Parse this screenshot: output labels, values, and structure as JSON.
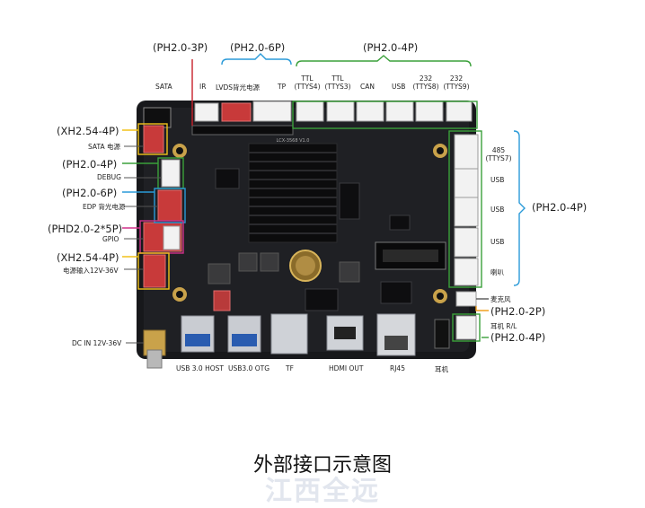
{
  "top_groups": {
    "ph2_3p": "(PH2.0-3P)",
    "ph2_6p": "(PH2.0-6P)",
    "ph2_4p": "(PH2.0-4P)"
  },
  "top_ports": {
    "sata": "SATA",
    "ir": "IR",
    "lvds": "LVDS背光电源",
    "tp": "TP",
    "ttl1_a": "TTL",
    "ttl1_b": "(TTYS4)",
    "ttl2_a": "TTL",
    "ttl2_b": "(TTYS3)",
    "can": "CAN",
    "usb": "USB",
    "r232_1_a": "232",
    "r232_1_b": "(TTYS8)",
    "r232_2_a": "232",
    "r232_2_b": "(TTYS9)"
  },
  "left_groups": [
    {
      "type": "(XH2.54-4P)",
      "name": "SATA 电源"
    },
    {
      "type": "(PH2.0-4P)",
      "name": "DEBUG"
    },
    {
      "type": "(PH2.0-6P)",
      "name": "EDP 背光电源"
    },
    {
      "type": "(PHD2.0-2*5P)",
      "name": "GPIO"
    },
    {
      "type": "(XH2.54-4P)",
      "name": "电源输入12V-36V"
    }
  ],
  "left_dc": "DC IN 12V-36V",
  "right_ports": {
    "r485_a": "485",
    "r485_b": "(TTYS7)",
    "usb1": "USB",
    "usb2": "USB",
    "usb3": "USB",
    "speaker": "喇叭",
    "mic": "麦克风",
    "earphone": "耳机 R/L"
  },
  "right_groups": {
    "ph2_4p": "(PH2.0-4P)",
    "ph2_2p": "(PH2.0-2P)",
    "ph2_4p_b": "(PH2.0-4P)"
  },
  "bottom_ports": {
    "usb3_host": "USB 3.0 HOST",
    "usb3_otg": "USB3.0 OTG",
    "tf": "TF",
    "hdmi_out": "HDMI OUT",
    "rj45": "RJ45",
    "earphone": "耳机"
  },
  "board_silk": "LCX-3568 V1.0",
  "caption": "外部接口示意图",
  "watermark": "江西全远"
}
